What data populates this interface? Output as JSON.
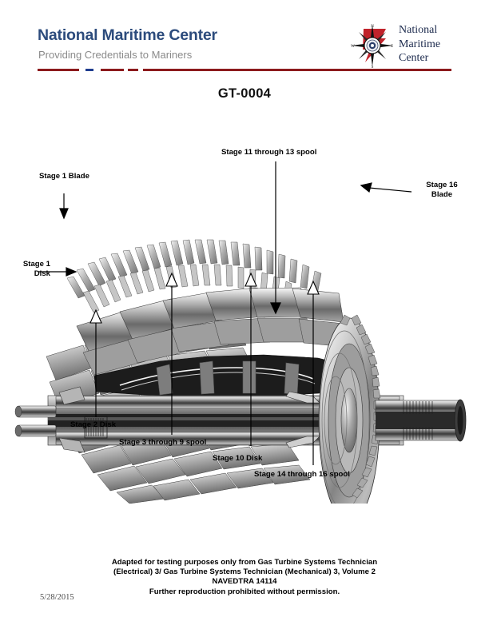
{
  "header": {
    "brand_title": "National Maritime Center",
    "brand_subtitle": "Providing Credentials to Mariners",
    "brand_title_color": "#2c4b7c",
    "brand_subtitle_color": "#8a8a8a",
    "rule_red": "#8c1a1d",
    "rule_blue": "#1f3d8f",
    "logo": {
      "icon": "compass-rose-icon",
      "line1": "National",
      "line2": "Maritime",
      "line3": "Center",
      "compass_n": "N",
      "compass_s": "S",
      "compass_e": "E",
      "compass_w": "W",
      "accent_red": "#c0232b",
      "text_color": "#1c2a4d"
    }
  },
  "document": {
    "title": "GT-0004"
  },
  "figure": {
    "name": "gas-turbine-compressor-rotor-cutaway",
    "callouts": [
      {
        "id": "stage-1-blade",
        "text": "Stage 1 Blade",
        "lines": [
          "Stage 1 Blade"
        ]
      },
      {
        "id": "stage-1-disk",
        "text": "Stage 1 Disk",
        "lines": [
          "Stage 1",
          "Disk"
        ]
      },
      {
        "id": "stage-11-through-13-spool",
        "text": "Stage 11 through 13 spool",
        "lines": [
          "Stage 11 through 13 spool"
        ]
      },
      {
        "id": "stage-16-blade",
        "text": "Stage 16 Blade",
        "lines": [
          "Stage 16",
          "Blade"
        ]
      },
      {
        "id": "stage-2-disk",
        "text": "Stage 2 Disk",
        "lines": [
          "Stage 2 Disk"
        ]
      },
      {
        "id": "stage-3-through-9-spool",
        "text": "Stage 3 through 9 spool",
        "lines": [
          "Stage 3 through 9 spool"
        ]
      },
      {
        "id": "stage-10-disk",
        "text": "Stage 10 Disk",
        "lines": [
          "Stage 10 Disk"
        ]
      },
      {
        "id": "stage-14-through-16-spool",
        "text": "Stage 14 through 16 spool",
        "lines": [
          "Stage 14 through 16 spool"
        ]
      }
    ]
  },
  "footer": {
    "note_line1": "Adapted for testing purposes only from Gas Turbine Systems Technician",
    "note_line2": "(Electrical) 3/ Gas Turbine Systems Technician (Mechanical) 3, Volume 2",
    "note_line3": "NAVEDTRA 14114",
    "note_line4": "Further reproduction prohibited without permission.",
    "date": "5/28/2015"
  }
}
